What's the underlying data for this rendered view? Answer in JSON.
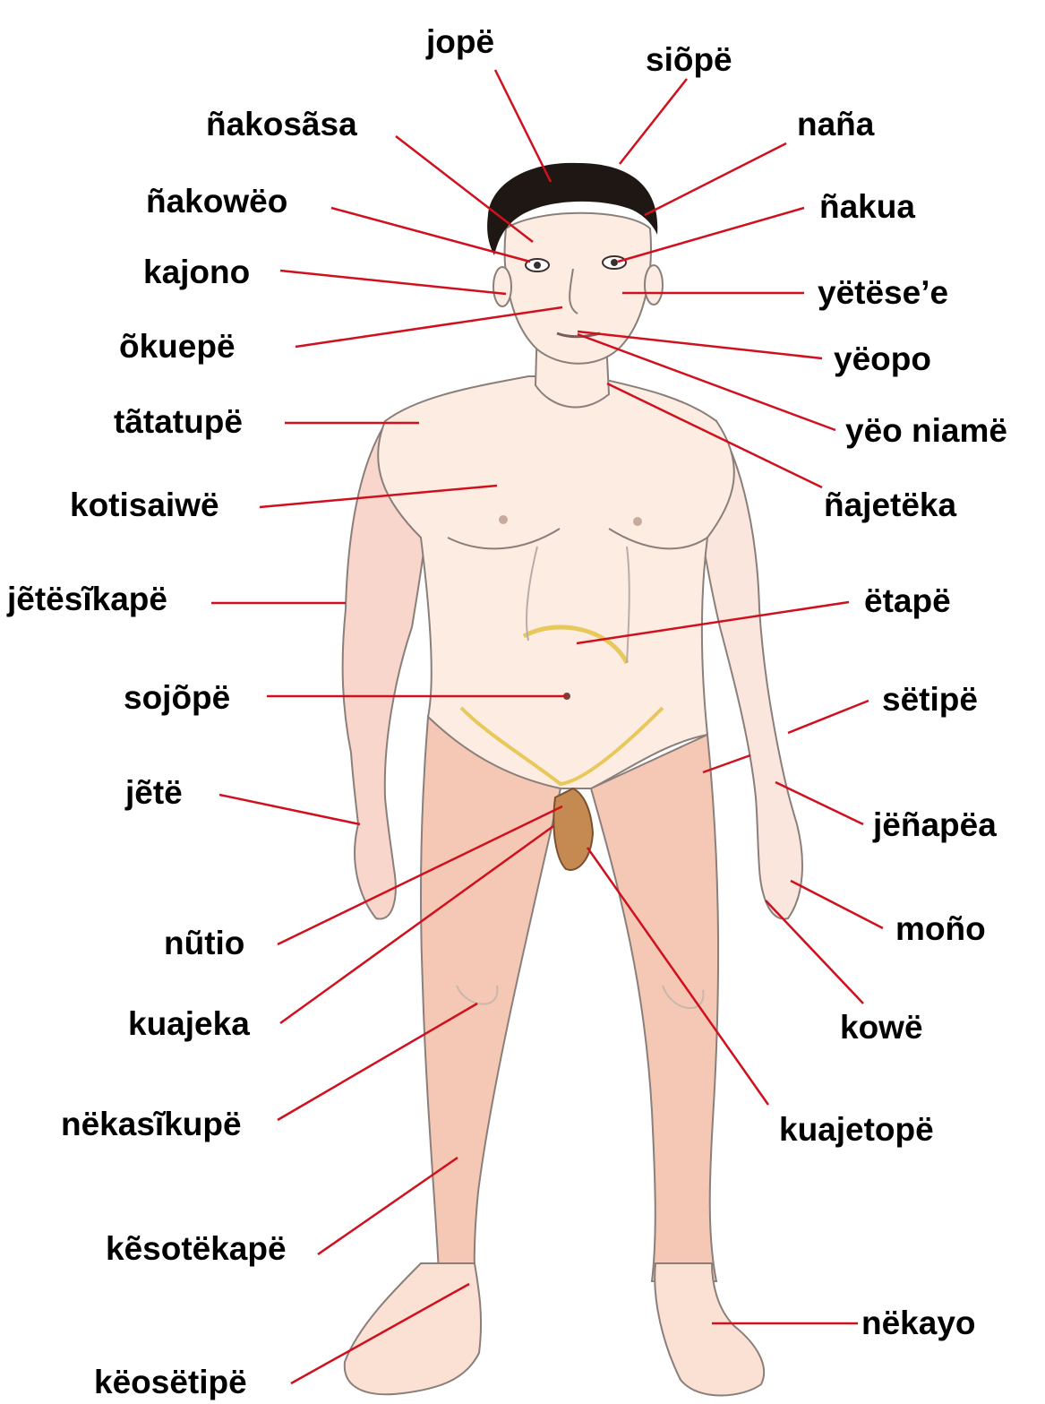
{
  "colors": {
    "leader_line": "#d0101e",
    "label_text": "#000000",
    "hair": "#1e1714",
    "skin_fill": "#fcece2",
    "skin_outline": "#8a7f7a",
    "leg_fill": "#f4c8b4",
    "genital_fill": "#c48a52",
    "waist_line": "#e8c85a"
  },
  "illustration": {
    "subject": "standing-male-figure",
    "style": "hand-drawn-colored-pencil"
  },
  "labels": {
    "jope": "jopë",
    "siope": "siõpë",
    "nakosasa": "ñakosãsa",
    "nana": "naña",
    "nakoweo": "ñakowëo",
    "nakua": "ñakua",
    "kajono": "kajono",
    "yetesee": "yëtëse’e",
    "okuepe": "õkuepë",
    "yeopo": "yëopo",
    "tatatupe": "tãtatupë",
    "yeo_niame": "yëo niamë",
    "kotisaiwe": "kotisaiwë",
    "najeteka": "ñajetëka",
    "jetesikape": "jẽtësĩkapë",
    "etape": "ëtapë",
    "sojope": "sojõpë",
    "setipe": "sëtipë",
    "jete": "jẽtë",
    "jenapea": "jëñapëa",
    "nutio": "nũtio",
    "mono": "moño",
    "kuajeka": "kuajeka",
    "kowe": "kowë",
    "nekasikupe": "nëkasĩkupë",
    "kuajetope": "kuajetopë",
    "kesotekape": "kẽsotëkapë",
    "nekayo": "nëkayo",
    "keosetipe": "këosëtipë"
  }
}
